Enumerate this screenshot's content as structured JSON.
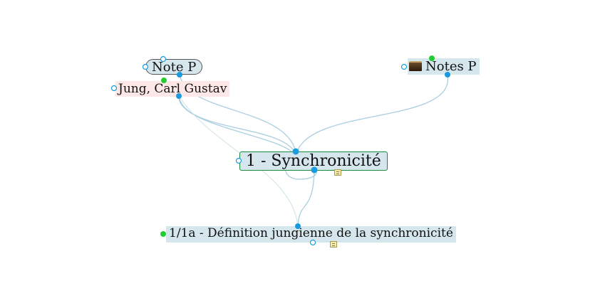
{
  "map": {
    "nodes": {
      "note_p": {
        "label": "Note P",
        "fill": "#d5e6ec",
        "border": "#555555"
      },
      "jung": {
        "label": "Jung, Carl Gustav",
        "fill": "#fde7e7"
      },
      "notes_p": {
        "label": "Notes P",
        "fill": "#d5e6ec",
        "icon": "folder-icon"
      },
      "synchro": {
        "label": "1 - Synchronicité",
        "fill": "#d5e6ec",
        "border": "#1a8a3a",
        "icon": "note-icon"
      },
      "definition": {
        "label": "1/1a - Définition jungienne de la synchronicité",
        "fill": "#d5e6ec",
        "icon": "note-icon"
      }
    },
    "link_color": "#a9cfe0",
    "anchor_color": "#1a9be0",
    "badge_color": "#22cc33"
  }
}
